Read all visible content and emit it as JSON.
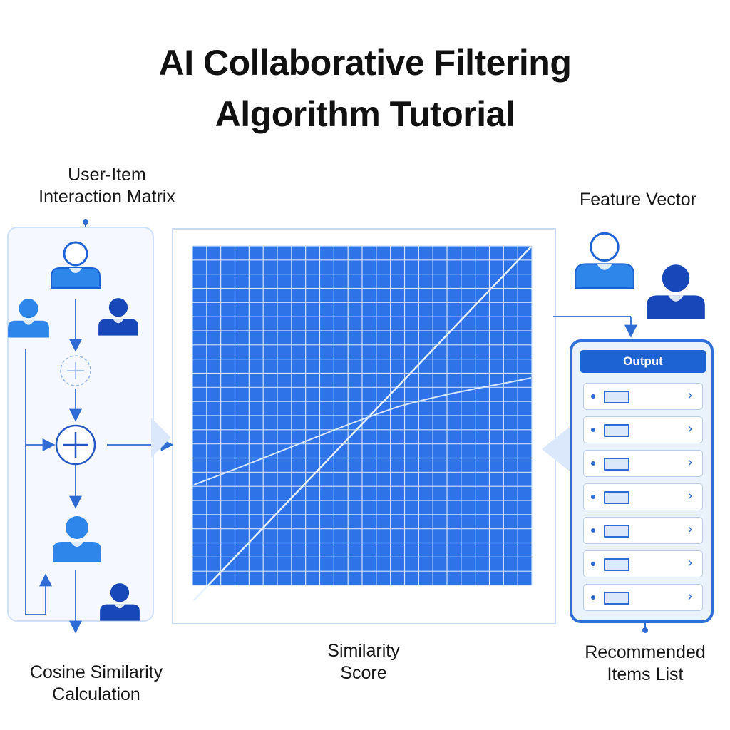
{
  "title": {
    "line1": "AI Collaborative Filtering",
    "line2": "Algorithm Tutorial"
  },
  "labels": {
    "matrix_line1": "User-Item",
    "matrix_line2": "Interaction Matrix",
    "feature_vector": "Feature Vector",
    "similarity_line1": "Similarity",
    "similarity_line2": "Score",
    "cosine_line1": "Cosine Similarity",
    "cosine_line2": "Calculation",
    "recommended_line1": "Recommended",
    "recommended_line2": "Items List"
  },
  "output": {
    "header": "Output",
    "items": [
      {
        "chevron": "›"
      },
      {
        "chevron": "›"
      },
      {
        "chevron": "›"
      },
      {
        "chevron": "›"
      },
      {
        "chevron": "›"
      },
      {
        "chevron": "›"
      },
      {
        "chevron": "›"
      }
    ]
  },
  "colors": {
    "accent": "#1e63d4",
    "grid_fill": "#2f73e8",
    "grid_line": "#cfe1ff",
    "panel_bg": "#f5f9ff",
    "user_light": "#2f86ea",
    "user_dark": "#1747b8"
  },
  "icons": [
    "user-icon",
    "add-node-icon",
    "arrow-icon",
    "chevron-right-icon",
    "list-item-icon"
  ]
}
